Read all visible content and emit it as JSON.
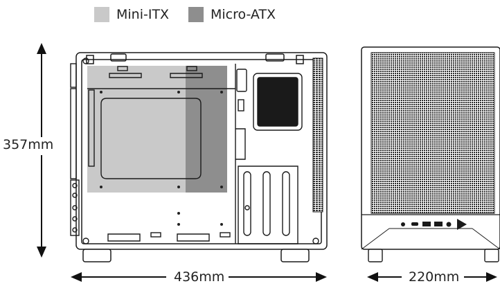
{
  "legend": {
    "mini_itx": {
      "label": "Mini-ITX",
      "color": "#c9c9c9"
    },
    "micro_atx": {
      "label": "Micro-ATX",
      "color": "#8e8e8e"
    }
  },
  "dimensions": {
    "height": "357mm",
    "width": "436mm",
    "depth": "220mm"
  },
  "colors": {
    "outline": "#1a1a1a",
    "mesh": "#2a2a2a",
    "arrow": "#111111"
  }
}
